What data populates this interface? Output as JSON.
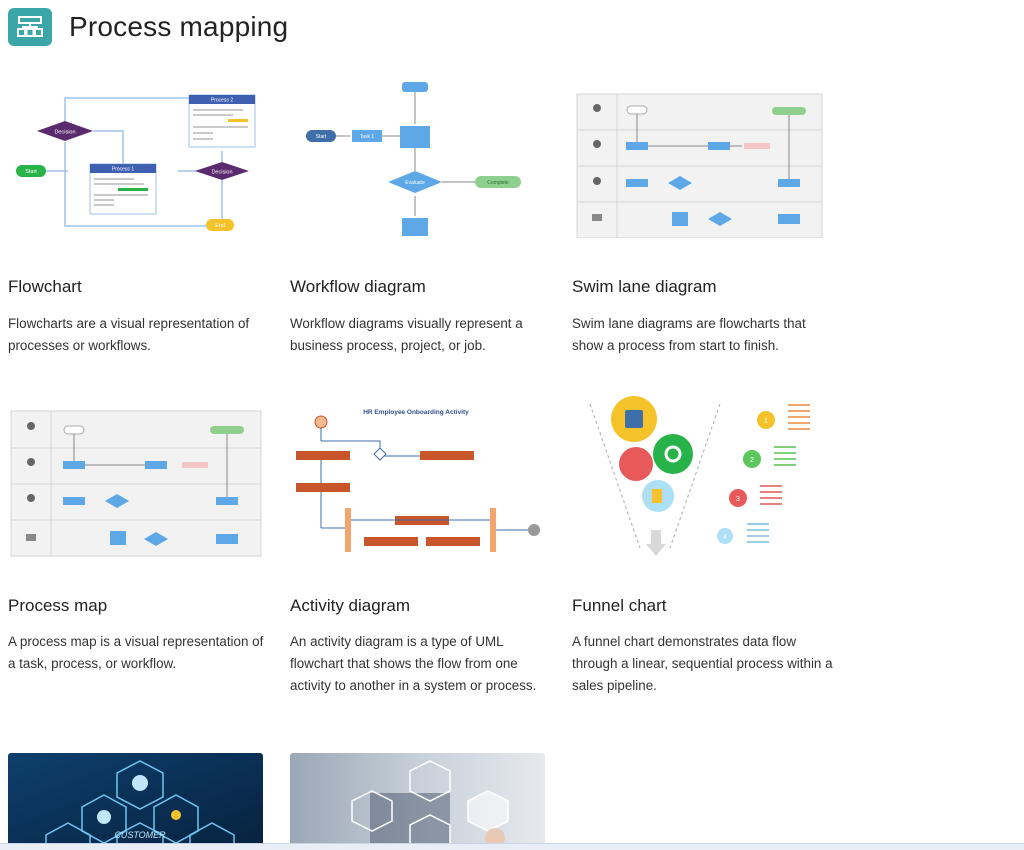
{
  "header": {
    "title": "Process mapping",
    "icon": "org-chart-icon",
    "icon_color": "#3aa6a8"
  },
  "cards": [
    {
      "title": "Flowchart",
      "description": "Flowcharts are a visual representation of processes or workflows.",
      "thumb_text": {
        "decision": "Decision",
        "start": "Start",
        "end": "End",
        "process1": "Process 1",
        "process2": "Process 2"
      }
    },
    {
      "title": "Workflow diagram",
      "description": "Workflow diagrams visually represent a business process, project, or job.",
      "thumb_text": {
        "start": "Start",
        "complete": "Complete",
        "task": "Task 1",
        "evaluate": "Evaluate"
      }
    },
    {
      "title": "Swim lane diagram",
      "description": "Swim lane diagrams are flowcharts that show a process from start to finish."
    },
    {
      "title": "Process map",
      "description": "A process map is a visual representation of a task, process, or workflow."
    },
    {
      "title": "Activity diagram",
      "description": "An activity diagram is a type of UML flowchart that shows the flow from one activity to another in a system or process.",
      "thumb_text": {
        "heading": "HR Employee Onboarding Activity"
      }
    },
    {
      "title": "Funnel chart",
      "description": "A funnel chart demonstrates data flow through a linear, sequential process within a sales pipeline.",
      "thumb_text": {
        "n1": "1",
        "n2": "2",
        "n3": "3",
        "n4": "4"
      }
    }
  ],
  "photos": [
    {
      "caption": "CUSTOMER"
    },
    {
      "caption": ""
    }
  ],
  "colors": {
    "accent": "#3aa6a8",
    "node_blue": "#3f7fd1",
    "node_purple": "#5b2a6e",
    "node_green": "#27b24a",
    "node_orange": "#c8562a",
    "node_yellow": "#f6c22a"
  }
}
